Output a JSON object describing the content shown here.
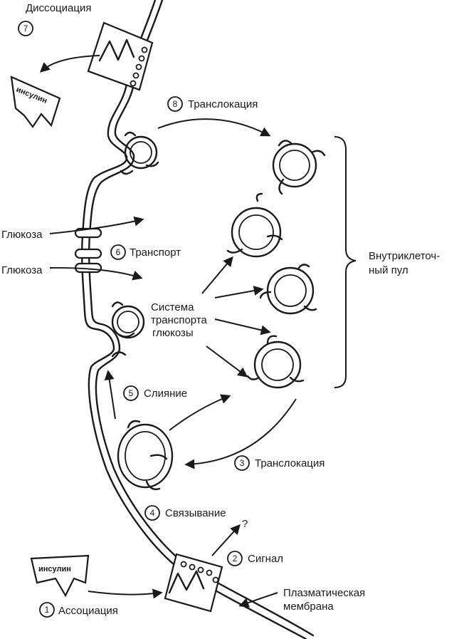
{
  "labels": {
    "dissociation": "Диссоциация",
    "translocation_top": "Транслокация",
    "glucose_1": "Глюкоза",
    "glucose_2": "Глюкоза",
    "transport": "Транспорт",
    "system_line1": "Система",
    "system_line2": "транспорта",
    "system_line3": "глюкозы",
    "pool_line1": "Внутриклеточ-",
    "pool_line2": "ный пул",
    "fusion": "Слияние",
    "translocation_bottom": "Транслокация",
    "binding": "Связывание",
    "signal": "Сигнал",
    "question": "?",
    "membrane_line1": "Плазматическая",
    "membrane_line2": "мембрана",
    "association": "Ассоциация",
    "insulin_top": "инсулин",
    "insulin_bottom": "инсулин"
  },
  "steps": {
    "s1": "1",
    "s2": "2",
    "s3": "3",
    "s4": "4",
    "s5": "5",
    "s6": "6",
    "s7": "7",
    "s8": "8"
  }
}
